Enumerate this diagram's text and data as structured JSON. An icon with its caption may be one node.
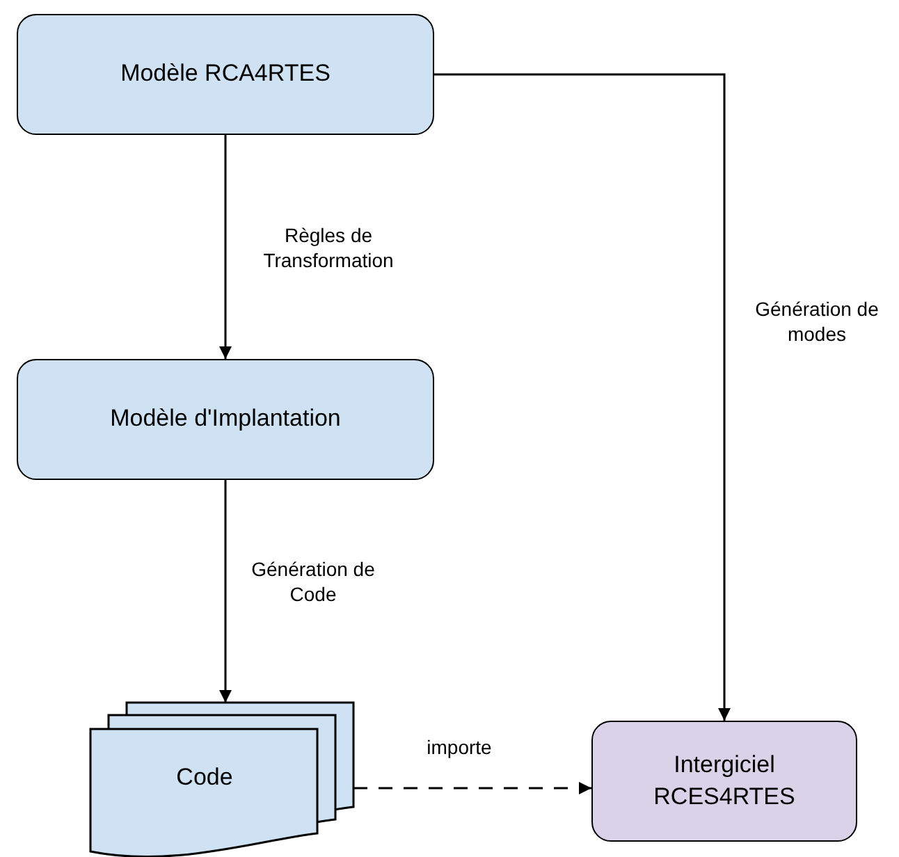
{
  "diagram": {
    "nodes": [
      {
        "text": [
          "Modèle RCA4RTES"
        ]
      },
      {
        "text": [
          "Modèle d'Implantation"
        ]
      },
      {
        "text": [
          "Code"
        ]
      },
      {
        "text": [
          "Intergiciel RCES4RTES"
        ]
      }
    ],
    "edges": [
      {
        "from": 0,
        "to": 1,
        "arrow": "to",
        "label": "Règles de Transformation"
      },
      {
        "from": 1,
        "to": 2,
        "arrow": "to",
        "label": "Génération de Code"
      },
      {
        "from": 0,
        "to": 3,
        "arrow": "to",
        "label": "Génération de modes"
      },
      {
        "from": 2,
        "to": 3,
        "arrow": "to",
        "label": "importe",
        "style": "dashed"
      }
    ]
  }
}
